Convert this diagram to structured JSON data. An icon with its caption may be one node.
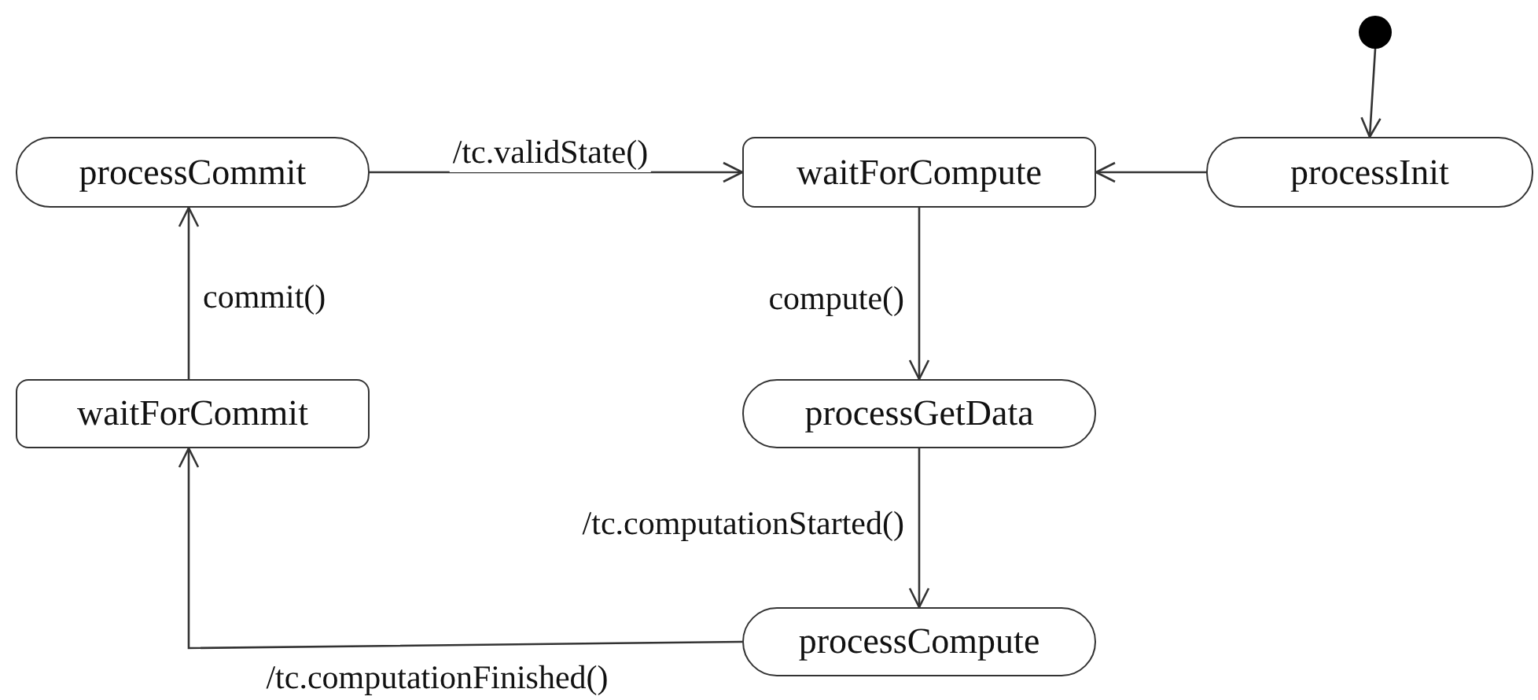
{
  "diagram": {
    "nodes": [
      {
        "text": [],
        "shape": "circle"
      },
      {
        "text": [
          "processCommit"
        ]
      },
      {
        "text": [
          "waitForCompute"
        ]
      },
      {
        "text": [
          "processInit"
        ]
      },
      {
        "text": [
          "waitForCommit"
        ]
      },
      {
        "text": [
          "processGetData"
        ]
      },
      {
        "text": [
          "processCompute"
        ]
      }
    ],
    "edges": [
      {
        "from": 0,
        "to": 3,
        "arrow": "to"
      },
      {
        "from": 3,
        "to": 2,
        "arrow": "to"
      },
      {
        "from": 1,
        "to": 2,
        "arrow": "to",
        "label": "/tc.validState()"
      },
      {
        "from": 2,
        "to": 5,
        "arrow": "to",
        "label": "compute()"
      },
      {
        "from": 5,
        "to": 6,
        "arrow": "to",
        "label": "/tc.computationStarted()"
      },
      {
        "from": 6,
        "to": 4,
        "arrow": "to",
        "label": "/tc.computationFinished()"
      },
      {
        "from": 4,
        "to": 1,
        "arrow": "to",
        "label": "commit()"
      }
    ]
  }
}
